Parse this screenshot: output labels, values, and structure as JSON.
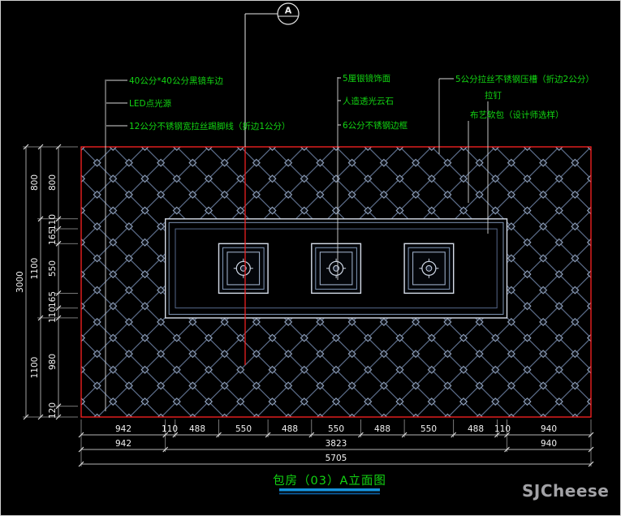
{
  "marker": {
    "label": "A"
  },
  "annotations": {
    "left": [
      "40公分*40公分黑镜车边",
      "LED点光源",
      "12公分不锈钢宽拉丝踢脚线（折边1公分）"
    ],
    "middle": [
      "5厘银镜饰面",
      "人造透光云石",
      "6公分不锈钢边框"
    ],
    "right": [
      "5公分拉丝不锈钢压槽（折边2公分）",
      "拉钉",
      "布艺软包（设计师选样）"
    ]
  },
  "dims": {
    "left_outer": "3000",
    "left_mid": [
      "800",
      "1100",
      "1100"
    ],
    "left_inner": [
      "800",
      "110",
      "165",
      "550",
      "165",
      "110",
      "980",
      "120"
    ],
    "bottom_row1": [
      "942",
      "110",
      "488",
      "550",
      "488",
      "550",
      "488",
      "550",
      "488",
      "110",
      "940"
    ],
    "bottom_row2": [
      "942",
      "3823",
      "940"
    ],
    "bottom_row3": "5705"
  },
  "title": {
    "text": "包房（03）A立面图"
  },
  "watermark": {
    "text": "SJCheese"
  },
  "colors": {
    "background": "#000000",
    "outline_red": "#ff2222",
    "annotation_green": "#12d412",
    "quilt_blue": "#66799a",
    "dim_white": "#f2f2f2",
    "title_underline_blue": "#1593dd"
  }
}
